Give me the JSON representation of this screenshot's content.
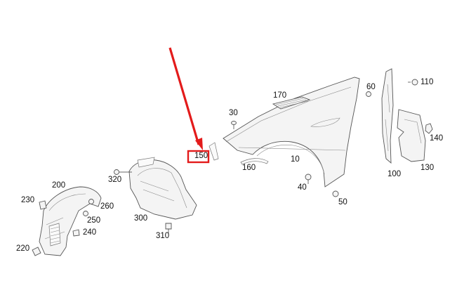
{
  "diagram": {
    "labels": {
      "p10": "10",
      "p30": "30",
      "p40": "40",
      "p50": "50",
      "p60": "60",
      "p100": "100",
      "p110": "110",
      "p130": "130",
      "p140": "140",
      "p150": "150",
      "p160": "160",
      "p170": "170",
      "p200": "200",
      "p220": "220",
      "p230": "230",
      "p240": "240",
      "p250": "250",
      "p260": "260",
      "p300": "300",
      "p310": "310",
      "p320": "320"
    },
    "colors": {
      "highlight": "#e31b1b",
      "line": "#555555",
      "fill": "#f4f4f4"
    }
  }
}
